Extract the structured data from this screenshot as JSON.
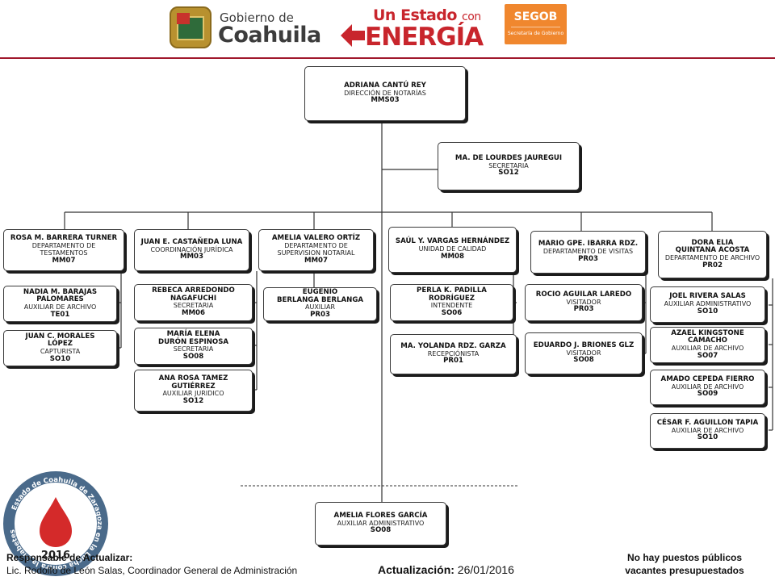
{
  "header": {
    "logo_coahuila": {
      "small": "Gobierno de",
      "big": "Coahuila"
    },
    "logo_energia": {
      "top": "Un Estado",
      "con": "con",
      "big": "ENERGÍA"
    },
    "logo_segob": {
      "title": "SEGOB",
      "subtitle": "Secretaría de Gobierno"
    }
  },
  "colors": {
    "rule": "#a0182c",
    "energia_red": "#c8252c",
    "segob_orange": "#f0872e",
    "badge_blue": "#4a6a8a"
  },
  "org": {
    "director": {
      "name": "ADRIANA CANTÚ REY",
      "role": "DIRECCIÓN  DE NOTARÍAS",
      "code": "MMS03"
    },
    "secretary": {
      "name": "MA. DE LOURDES JAUREGUI",
      "role": "SECRETARIA",
      "code": "SO12"
    },
    "departments": [
      {
        "name": "ROSA M. BARRERA TURNER",
        "role": "DEPARTAMENTO  DE\nTESTAMENTOS",
        "code": "MM07"
      },
      {
        "name": "JUAN E. CASTAÑEDA LUNA",
        "role": "COORDINACIÓN  JURÍDICA",
        "code": "MM03"
      },
      {
        "name": "AMELIA VALERO ORTÍZ",
        "role": "DEPARTAMENTO  DE\nSUPERVISION  NOTARIAL",
        "code": "MM07"
      },
      {
        "name": "SAÚL Y. VARGAS HERNÁNDEZ",
        "role": "UNIDAD DE CALIDAD",
        "code": "MM08"
      },
      {
        "name": "MARIO GPE. IBARRA RDZ.",
        "role": "DEPARTAMENTO DE VISITAS",
        "code": "PR03"
      },
      {
        "name": "DORA ELIA\nQUINTANA ACOSTA",
        "role": "DEPARTAMENTO  DE ARCHIVO",
        "code": "PR02"
      }
    ],
    "staff": [
      {
        "name": "NADIA M. BARAJAS\nPALOMARES",
        "role": "AUXILIAR  DE ARCHIVO",
        "code": "TE01"
      },
      {
        "name": "JUAN C. MORALES\nLÓPEZ",
        "role": "CAPTURISTA",
        "code": "SO10"
      },
      {
        "name": "REBECA ARREDONDO\nNAGAFUCHI",
        "role": "SECRETARIA",
        "code": "MM06"
      },
      {
        "name": "MARÍA ELENA\nDURÓN ESPINOSA",
        "role": "SECRETARIA",
        "code": "SO08"
      },
      {
        "name": "ANA ROSA  TAMEZ\nGUTIÉRREZ",
        "role": "AUXILIAR    JURIDICO",
        "code": "SO12"
      },
      {
        "name": "EUGENIO\nBERLANGA BERLANGA",
        "role": "AUXILIAR",
        "code": "PR03"
      },
      {
        "name": "PERLA K. PADILLA\nRODRÍGUEZ",
        "role": "INTENDENTE",
        "code": "SO06"
      },
      {
        "name": "MA. YOLANDA RDZ.  GARZA",
        "role": "RECEPCIÓNISTA",
        "code": "PR01"
      },
      {
        "name": "ROCIO AGUILAR LAREDO",
        "role": "VISITADOR",
        "code": "PR03"
      },
      {
        "name": "EDUARDO J. BRIONES GLZ",
        "role": "VISITADOR",
        "code": "SO08"
      },
      {
        "name": "JOEL RIVERA  SALAS",
        "role": "AUXILIAR  ADMINISTRATIVO",
        "code": "SO10"
      },
      {
        "name": "AZAEL KINGSTONE\nCAMACHO",
        "role": "AUXILIAR  DE ARCHIVO",
        "code": "SO07"
      },
      {
        "name": "AMADO CEPEDA FIERRO",
        "role": "AUXILIAR  DE ARCHIVO",
        "code": "SO09"
      },
      {
        "name": "CÉSAR F. AGUILLON TAPIA",
        "role": "AUXILIAR  DE ARCHIVO",
        "code": "SO10"
      },
      {
        "name": "AMELIA FLORES GARCÍA",
        "role": "AUXILIAR  ADMINISTRATIVO",
        "code": "SO08"
      }
    ]
  },
  "badge": {
    "ring_text": "Estado de Coahuila de Zaragoza en la Lucha contra la Diabetes",
    "year": "2016"
  },
  "footer": {
    "responsible_label": "Responsable  de Actualizar:",
    "responsible_name": "Lic. Rodolfo de León Salas, Coordinador  General  de  Administración",
    "update_label": "Actualización:",
    "update_date": "26/01/2016",
    "vacancy_line1": "No hay puestos públicos",
    "vacancy_line2": "vacantes presupuestados"
  }
}
